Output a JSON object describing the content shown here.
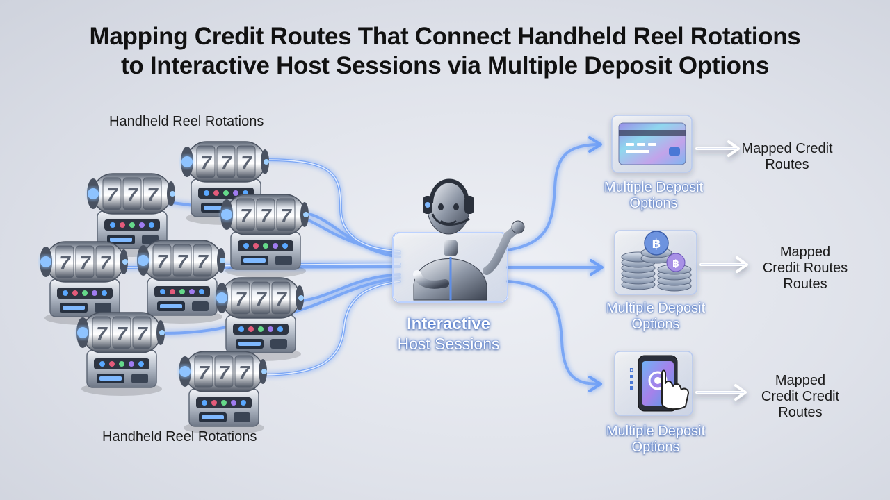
{
  "title": {
    "line1": "Mapping Credit Routes That Connect Handheld Reel Rotations",
    "line2": "to Interactive Host Sessions via Multiple Deposit Options"
  },
  "left_labels": {
    "top": "Handheld Reel Rotations",
    "bottom": "Handheld Reel Rotations"
  },
  "hub": {
    "line1": "Interactive",
    "line2": "Host Sessions",
    "icon": "headset-host-figure-icon"
  },
  "deposits": [
    {
      "line1": "Multiple Deposit",
      "line2": "Options",
      "icon": "credit-card-icon"
    },
    {
      "line1": "Multiple Deposit",
      "line2": "Options",
      "icon": "coin-stack-icon"
    },
    {
      "line1": "Multiple Deposit",
      "line2": "Options",
      "icon": "mobile-tap-icon"
    }
  ],
  "routes": [
    {
      "lines": [
        "Mapped Credit",
        "Routes"
      ]
    },
    {
      "lines": [
        "Mapped",
        "Credit Routes",
        "Routes"
      ]
    },
    {
      "lines": [
        "Mapped",
        "Credit Credit",
        "Routes"
      ]
    }
  ],
  "reel_symbol": "7",
  "colors": {
    "glow": "#5b8ff5",
    "accent": "#2f6ae0",
    "metal": "#9aa3b2"
  }
}
